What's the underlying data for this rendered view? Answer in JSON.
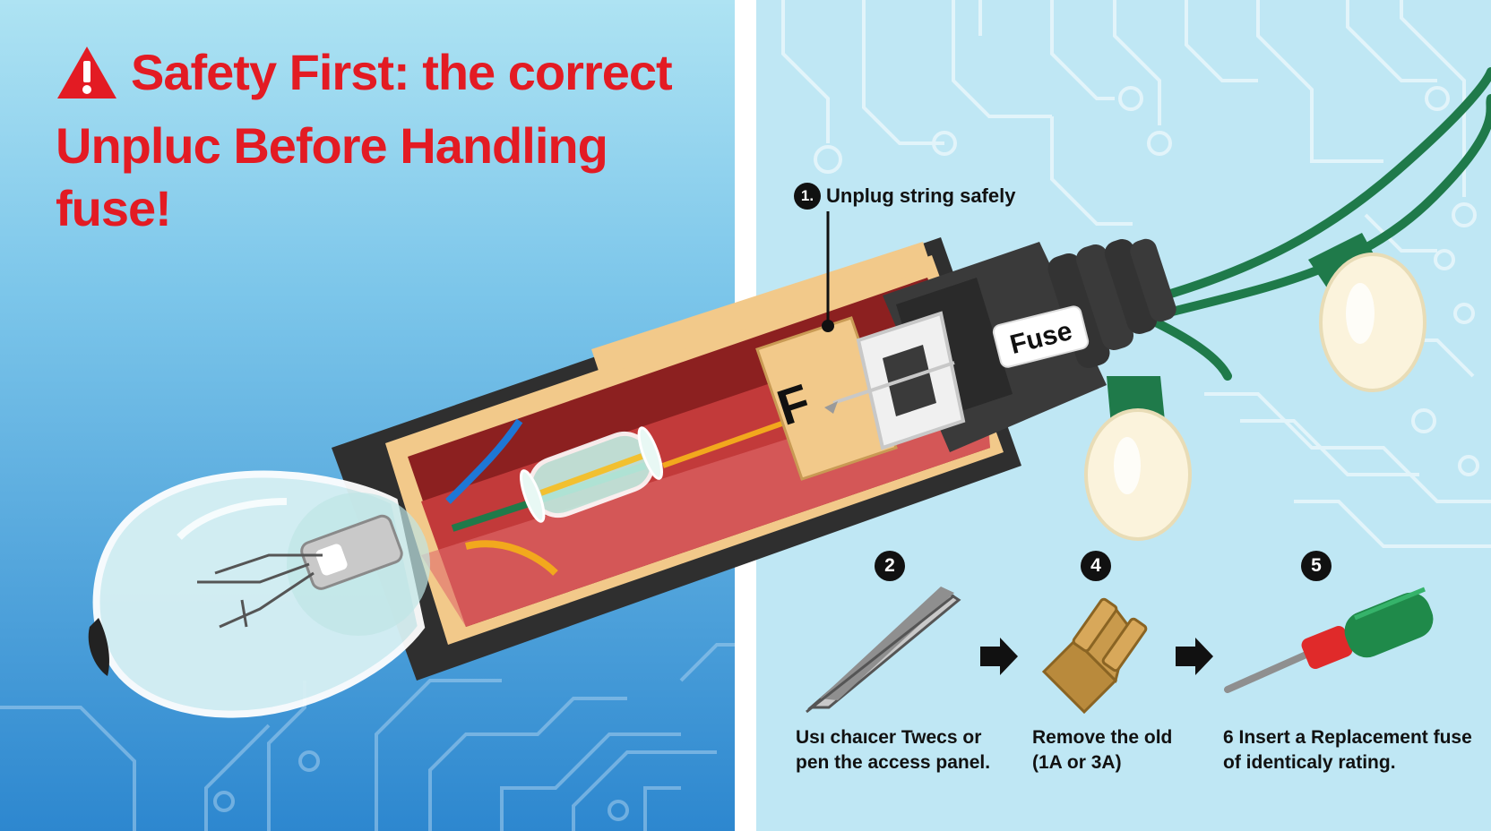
{
  "headline": {
    "line1": "Safety First: the correct",
    "line2": "Unpluc Before Handling",
    "line3": "fuse!"
  },
  "step1": {
    "number": "1.",
    "label": "Unplug string safely"
  },
  "plug": {
    "fuse_label": "Fuse",
    "f_label": "F"
  },
  "steps": [
    {
      "number": "2",
      "line1": "Usı chaıcer Twecs or",
      "line2": "pen the access panel."
    },
    {
      "number": "4",
      "line1": "Remove the old",
      "line2": "(1A or 3A)"
    },
    {
      "number": "5",
      "line1": "6 Insert a Replacement fuse",
      "line2": "of identicaly rating."
    }
  ],
  "colors": {
    "headline": "#e31b23",
    "left_bg_top": "#aee3f3",
    "left_bg_bottom": "#2d87cf",
    "right_bg": "#bfe7f4",
    "plug_body": "#3a3a3a",
    "wire_green": "#1f7a4a",
    "fuse_orange": "#f2c98a"
  },
  "icons": [
    "warning-icon",
    "light-bulb-icon",
    "glass-fuse-icon",
    "plug-icon",
    "tweezers-icon",
    "fuse-blade-icon",
    "screwdriver-icon",
    "arrow-right-icon",
    "christmas-bulb-icon"
  ]
}
